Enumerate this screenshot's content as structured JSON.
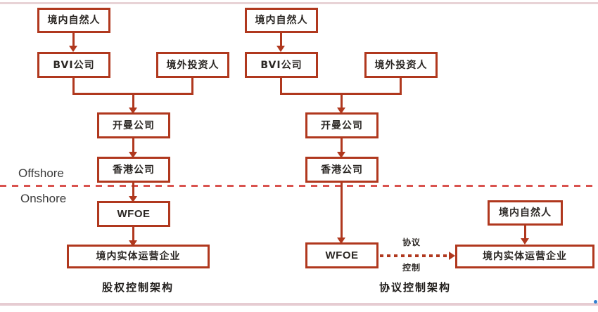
{
  "diagram": {
    "title_left": "股权控制架构",
    "title_right": "协议控制架构",
    "shore": {
      "offshore": "Offshore",
      "onshore": "Onshore"
    },
    "colors": {
      "box_border": "#b0381e",
      "connector": "#b0381e",
      "divider": "#d9534f",
      "rule": "#e8d3d6",
      "text": "#2b2724"
    },
    "left_structure": {
      "name": "股权控制架构",
      "nodes": [
        {
          "id": "l-domestic-person",
          "label": "境内自然人"
        },
        {
          "id": "l-bvi",
          "label": "BVI公司"
        },
        {
          "id": "l-overseas-investor",
          "label": "境外投资人"
        },
        {
          "id": "l-cayman",
          "label": "开曼公司"
        },
        {
          "id": "l-hongkong",
          "label": "香港公司"
        },
        {
          "id": "l-wfoe",
          "label": "WFOE"
        },
        {
          "id": "l-operating-entity",
          "label": "境内实体运营企业"
        }
      ],
      "edges": [
        {
          "from": "l-domestic-person",
          "to": "l-bvi",
          "style": "solid-arrow"
        },
        {
          "from": "l-bvi",
          "to": "l-cayman",
          "style": "solid-arrow"
        },
        {
          "from": "l-overseas-investor",
          "to": "l-cayman",
          "style": "solid-arrow"
        },
        {
          "from": "l-cayman",
          "to": "l-hongkong",
          "style": "solid-arrow"
        },
        {
          "from": "l-hongkong",
          "to": "l-wfoe",
          "style": "solid-arrow"
        },
        {
          "from": "l-wfoe",
          "to": "l-operating-entity",
          "style": "solid-arrow"
        }
      ]
    },
    "right_structure": {
      "name": "协议控制架构",
      "nodes": [
        {
          "id": "r-domestic-person-top",
          "label": "境内自然人"
        },
        {
          "id": "r-bvi",
          "label": "BVI公司"
        },
        {
          "id": "r-overseas-investor",
          "label": "境外投资人"
        },
        {
          "id": "r-cayman",
          "label": "开曼公司"
        },
        {
          "id": "r-hongkong",
          "label": "香港公司"
        },
        {
          "id": "r-wfoe",
          "label": "WFOE"
        },
        {
          "id": "r-domestic-person-side",
          "label": "境内自然人"
        },
        {
          "id": "r-operating-entity",
          "label": "境内实体运营企业"
        }
      ],
      "edges": [
        {
          "from": "r-domestic-person-top",
          "to": "r-bvi",
          "style": "solid-arrow"
        },
        {
          "from": "r-bvi",
          "to": "r-cayman",
          "style": "solid-arrow"
        },
        {
          "from": "r-overseas-investor",
          "to": "r-cayman",
          "style": "solid-arrow"
        },
        {
          "from": "r-cayman",
          "to": "r-hongkong",
          "style": "solid-arrow"
        },
        {
          "from": "r-hongkong",
          "to": "r-wfoe",
          "style": "solid-arrow"
        },
        {
          "from": "r-domestic-person-side",
          "to": "r-operating-entity",
          "style": "solid-arrow"
        },
        {
          "from": "r-wfoe",
          "to": "r-operating-entity",
          "style": "dotted-arrow",
          "label_top": "协议",
          "label_bottom": "控制"
        }
      ],
      "vie_label_top": "协议",
      "vie_label_bottom": "控制"
    }
  }
}
